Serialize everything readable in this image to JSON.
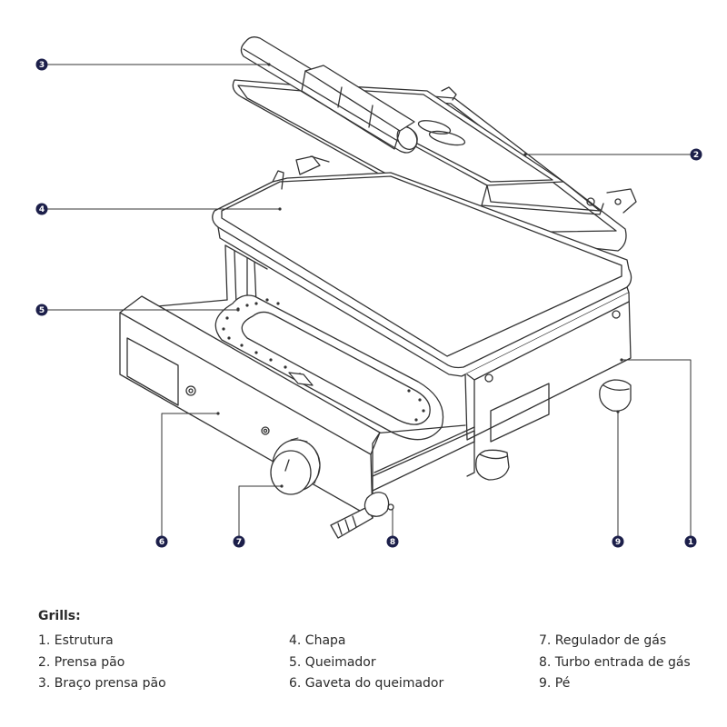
{
  "callouts": [
    {
      "number": "3"
    },
    {
      "number": "2"
    },
    {
      "number": "4"
    },
    {
      "number": "5"
    },
    {
      "number": "6"
    },
    {
      "number": "7"
    },
    {
      "number": "8"
    },
    {
      "number": "9"
    },
    {
      "number": "1"
    }
  ],
  "legend": {
    "title": "Grills:",
    "items": [
      "1. Estrutura",
      "2. Prensa pão",
      "3. Braço prensa pão",
      "4. Chapa",
      "5. Queimador",
      "6. Gaveta do queimador",
      "7. Regulador de gás",
      "8. Turbo entrada de gás",
      "9. Pé"
    ]
  },
  "colors": {
    "line": "#333333",
    "callout_fill": "#1c1f4a",
    "text": "#2a2a2a"
  }
}
